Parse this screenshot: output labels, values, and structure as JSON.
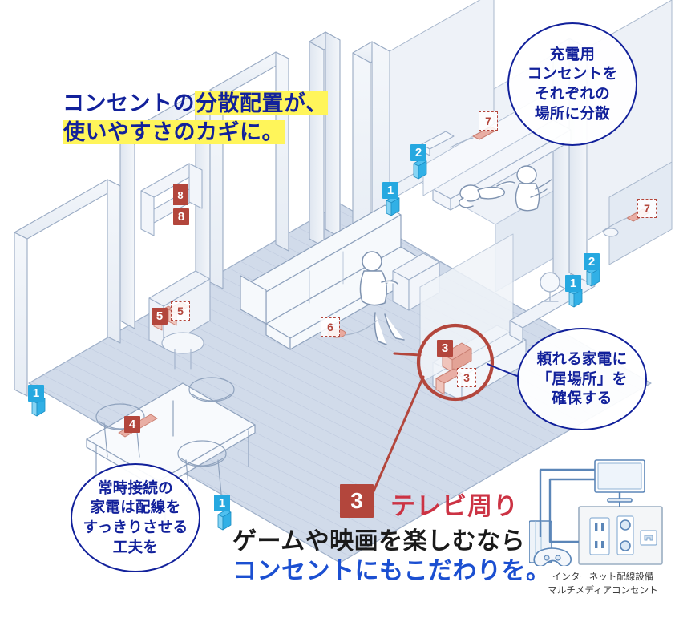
{
  "headline": {
    "line1_plain": "コンセントの",
    "line1_mark": "分散配置が、",
    "line2_mark": "使いやすさのカギに。"
  },
  "bubbles": [
    {
      "name": "charging",
      "text": "充電用\nコンセントを\nそれぞれの\n場所に分散"
    },
    {
      "name": "appliance",
      "text": "頼れる家電に\n「居場所」を\n確保する"
    },
    {
      "name": "wiring",
      "text": "常時接続の\n家電は配線を\nすっきりさせる\n工夫を"
    }
  ],
  "markers": [
    {
      "id": "m-8",
      "label": "8",
      "style": "red-sq"
    },
    {
      "id": "m-5",
      "label": "5",
      "style": "red-sq"
    },
    {
      "id": "m-5d",
      "label": "5",
      "style": "dashed"
    },
    {
      "id": "m-6d",
      "label": "6",
      "style": "dashed"
    },
    {
      "id": "m-4",
      "label": "4",
      "style": "red-sq"
    },
    {
      "id": "m-3",
      "label": "3",
      "style": "red-sq"
    },
    {
      "id": "m-3d",
      "label": "3",
      "style": "dashed"
    },
    {
      "id": "m-7a",
      "label": "7",
      "style": "dashed"
    },
    {
      "id": "m-7b",
      "label": "7",
      "style": "dashed"
    },
    {
      "id": "m-1a",
      "label": "1",
      "style": "blue-sq"
    },
    {
      "id": "m-1b",
      "label": "1",
      "style": "blue-sq"
    },
    {
      "id": "m-1c",
      "label": "1",
      "style": "blue-sq"
    },
    {
      "id": "m-1d",
      "label": "1",
      "style": "blue-sq"
    },
    {
      "id": "m-2a",
      "label": "2",
      "style": "blue-sq"
    },
    {
      "id": "m-2b",
      "label": "2",
      "style": "blue-sq"
    }
  ],
  "tv_section": {
    "number": "3",
    "title": "テレビ周り",
    "sub_line1": "ゲームや映画を楽しむなら",
    "sub_line2": "コンセントにもこだわりを。"
  },
  "product": {
    "caption_line1": "インターネット配線設備",
    "caption_line2": "マルチメディアコンセント"
  },
  "colors": {
    "headline_blue": "#12219b",
    "highlight_yellow": "#fff55a",
    "marker_red": "#b3463c",
    "marker_blue": "#26a8e0",
    "tv_title_red": "#cc3344",
    "tv_sub_blue": "#1b4fd1",
    "floor_blue": "#ced8e8"
  }
}
